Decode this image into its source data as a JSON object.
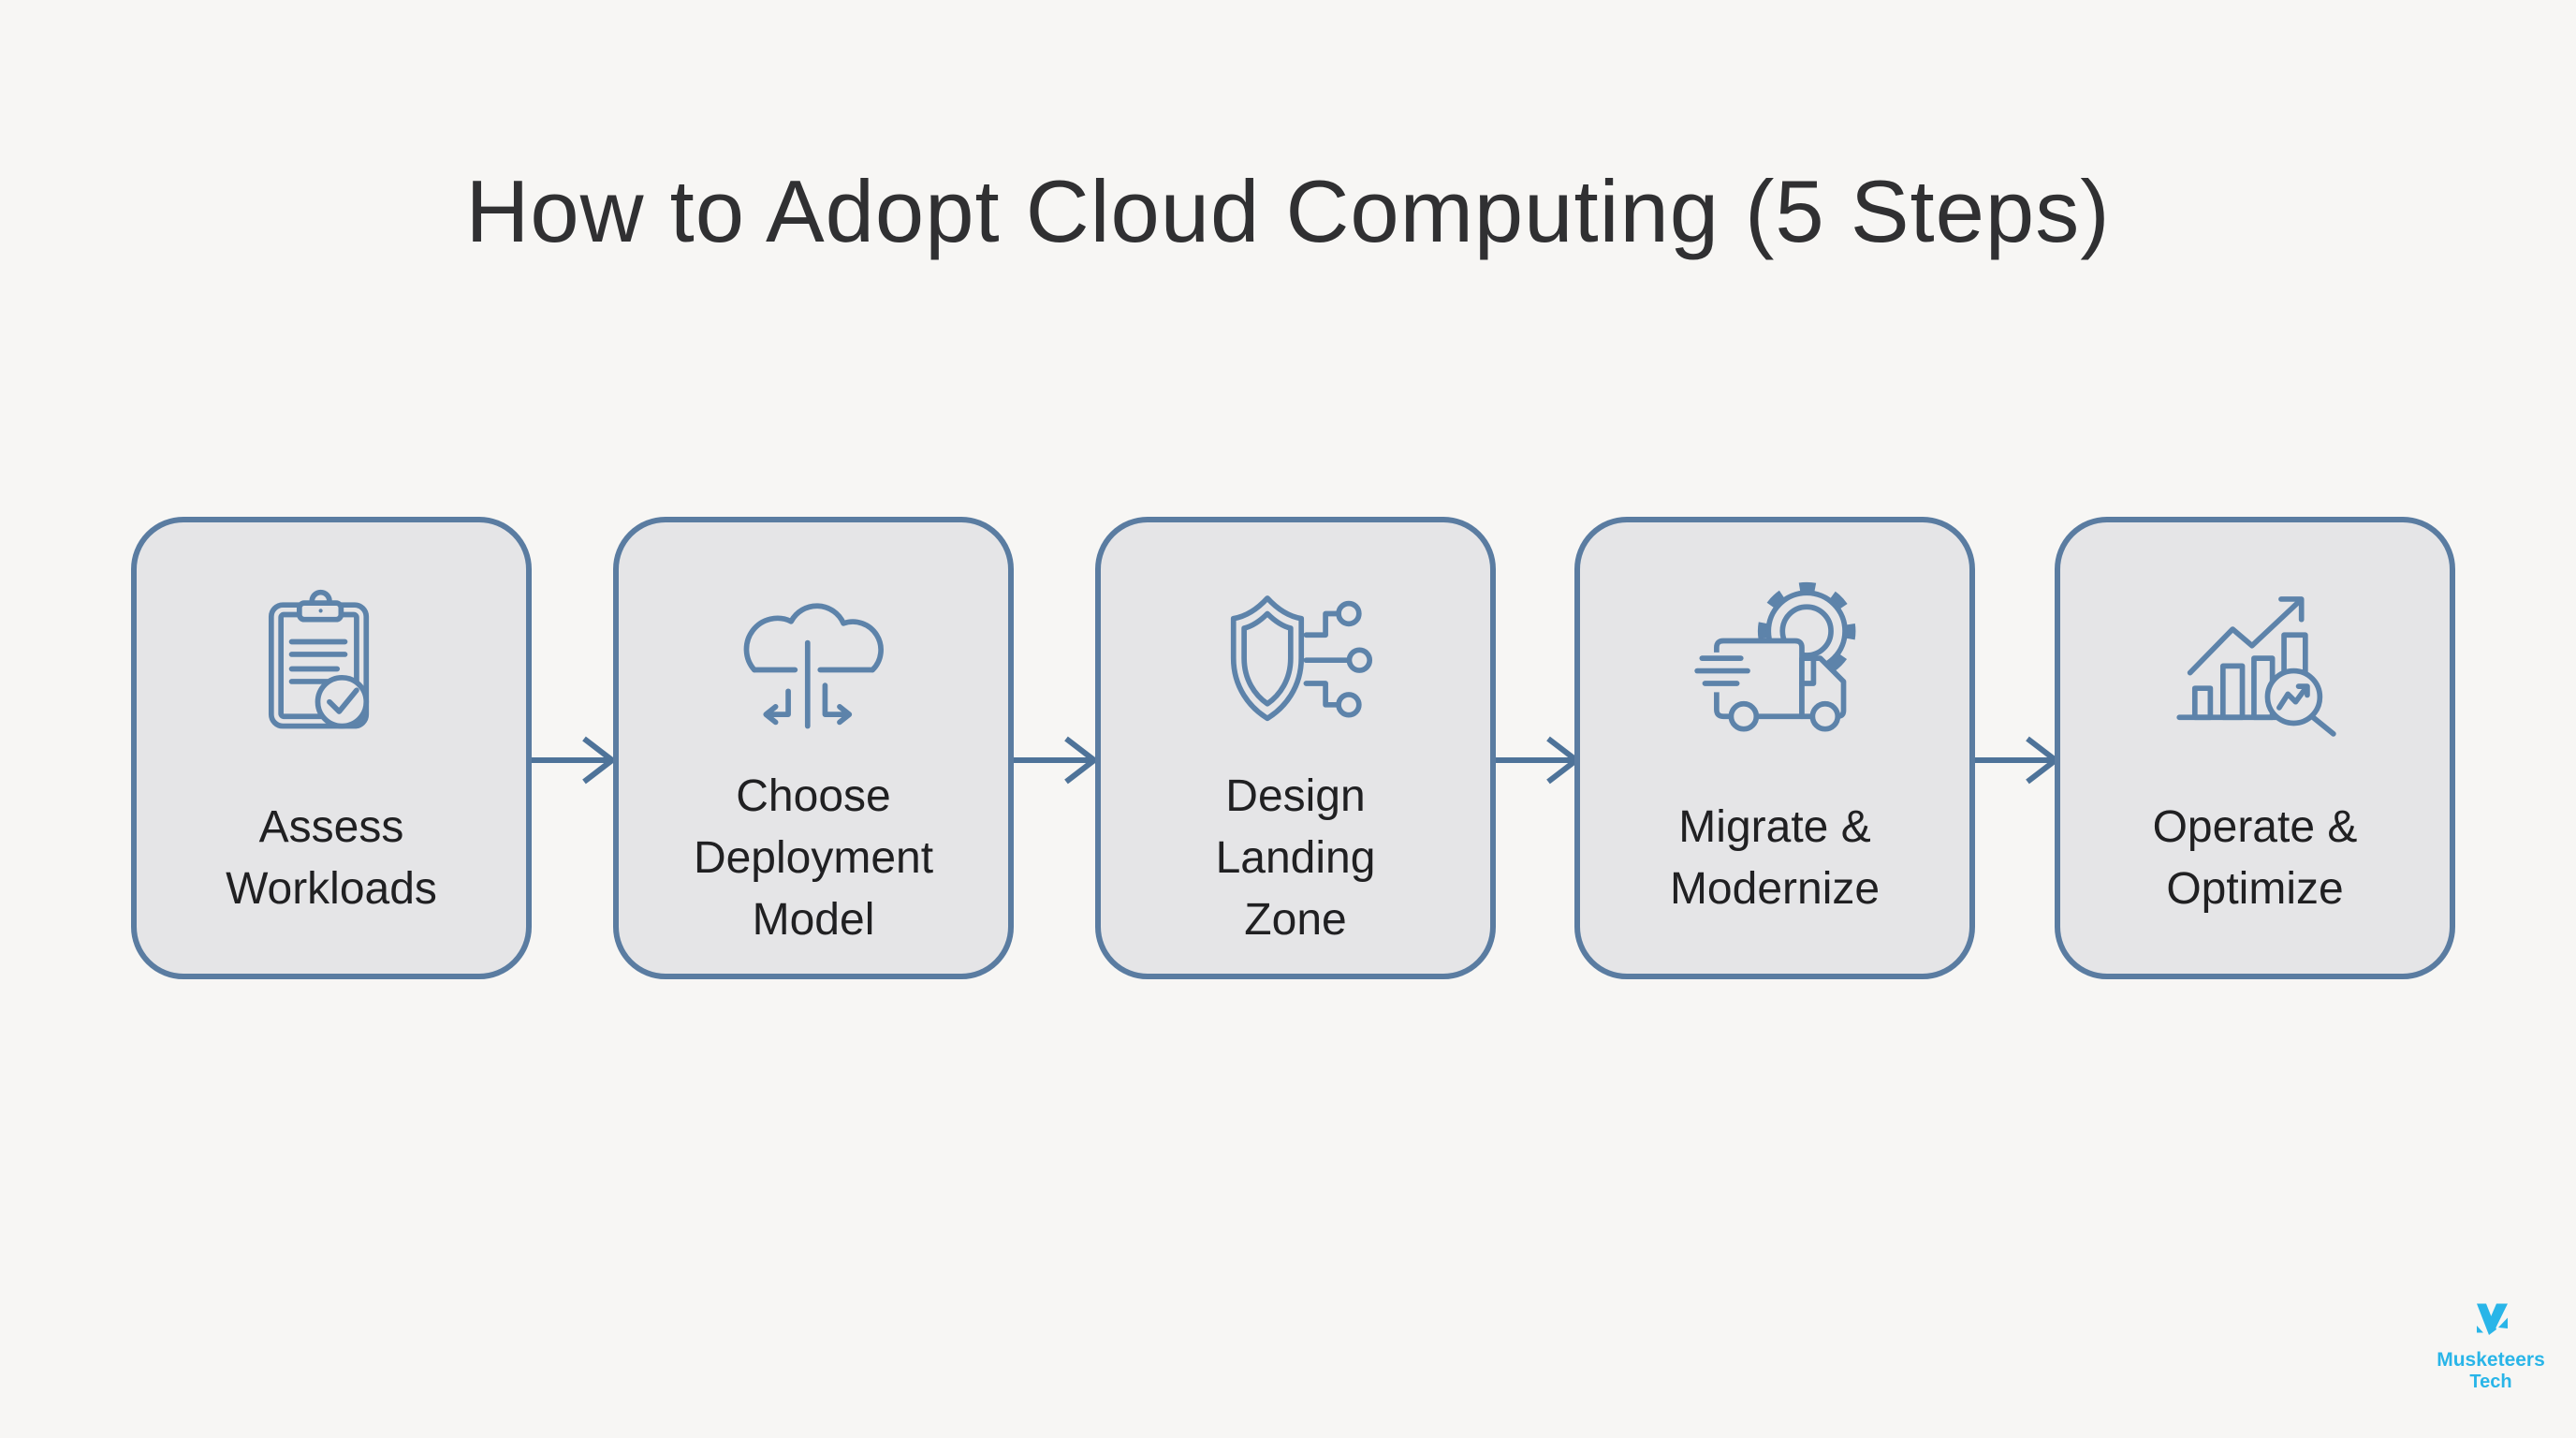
{
  "header": {
    "title": "How to Adopt Cloud Computing (5 Steps)"
  },
  "steps": [
    {
      "id": 1,
      "label": "Assess Workloads",
      "lines": [
        "Assess",
        "Workloads"
      ],
      "icon": "clipboard-check-icon"
    },
    {
      "id": 2,
      "label": "Choose Deployment Model",
      "lines": [
        "Choose",
        "Deployment",
        "Model"
      ],
      "icon": "cloud-deployment-arrows-icon"
    },
    {
      "id": 3,
      "label": "Design Landing Zone",
      "lines": [
        "Design",
        "Landing",
        "Zone"
      ],
      "icon": "shield-network-icon"
    },
    {
      "id": 4,
      "label": "Migrate & Modernize",
      "lines": [
        "Migrate &",
        "Modernize"
      ],
      "icon": "truck-gear-icon"
    },
    {
      "id": 5,
      "label": "Operate & Optimize",
      "lines": [
        "Operate &",
        "Optimize"
      ],
      "icon": "chart-growth-magnifier-icon"
    }
  ],
  "footer": {
    "brand_name": "Musketeers",
    "brand_suffix": "Tech"
  },
  "colors": {
    "background": "#f7f6f4",
    "card_fill": "#e5e5e7",
    "card_border": "#5a7ca1",
    "icon_stroke": "#5d83aa",
    "arrow": "#4e7399",
    "title_text": "#303032",
    "label_text": "#202022",
    "brand": "#29b5e8"
  }
}
